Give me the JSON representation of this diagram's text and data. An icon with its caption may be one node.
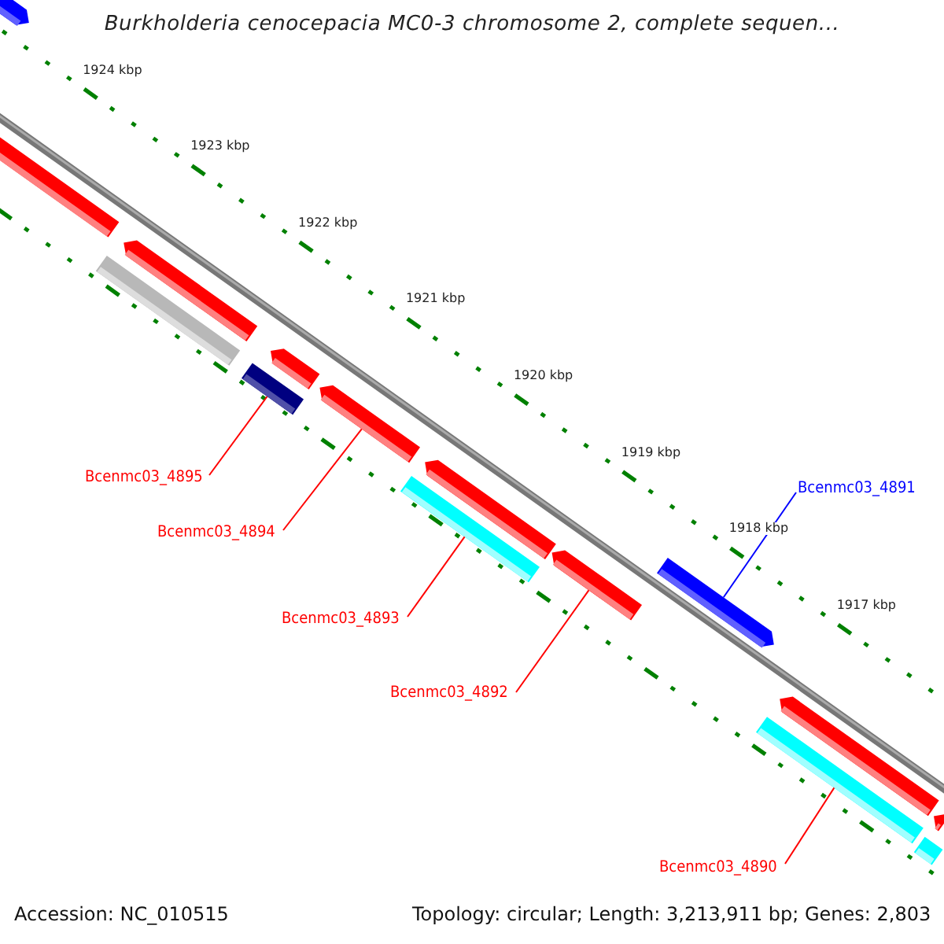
{
  "diagram": {
    "title": "Burkholderia cenocepacia MC0-3 chromosome 2, complete sequen...",
    "nodes": [
      {
        "text": [
          "Bcenmc03_4895"
        ]
      },
      {
        "text": [
          "Bcenmc03_4894"
        ]
      },
      {
        "text": [
          "Bcenmc03_4893"
        ]
      },
      {
        "text": [
          "Bcenmc03_4892"
        ]
      },
      {
        "text": [
          "Bcenmc03_4891"
        ]
      },
      {
        "text": [
          "Bcenmc03_4890"
        ]
      },
      {
        "text": [],
        "shape": "bar"
      },
      {
        "text": [],
        "shape": "bar"
      },
      {
        "text": [],
        "shape": "bar"
      },
      {
        "text": [],
        "shape": "bar"
      },
      {
        "text": [],
        "shape": "bar"
      },
      {
        "text": [],
        "shape": "bar"
      },
      {
        "text": [],
        "shape": "bar"
      },
      {
        "text": [],
        "shape": "bar"
      },
      {
        "text": [],
        "shape": "bar"
      },
      {
        "text": [],
        "shape": "bar"
      },
      {
        "text": [],
        "shape": "bar"
      },
      {
        "text": [],
        "shape": "bar"
      },
      {
        "text": [],
        "shape": "bar"
      },
      {
        "text": [],
        "shape": "bar"
      },
      {
        "text": [],
        "shape": "bar"
      }
    ],
    "edges": [
      {
        "from": 0,
        "to": 11,
        "arrow": "none"
      },
      {
        "from": 1,
        "to": 12,
        "arrow": "none"
      },
      {
        "from": 2,
        "to": 14,
        "arrow": "none"
      },
      {
        "from": 3,
        "to": 15,
        "arrow": "none"
      },
      {
        "from": 4,
        "to": 16,
        "arrow": "none",
        "color": "#0000ff"
      },
      {
        "from": 5,
        "to": 18,
        "arrow": "none"
      }
    ],
    "labels": [
      "1924 kbp",
      "1923 kbp",
      "1922 kbp",
      "1921 kbp",
      "1920 kbp",
      "1919 kbp",
      "1918 kbp",
      "1917 kbp",
      "Accession: NC_010515",
      "Topology: circular; Length: 3,213,911 bp; Genes: 2,803"
    ]
  }
}
